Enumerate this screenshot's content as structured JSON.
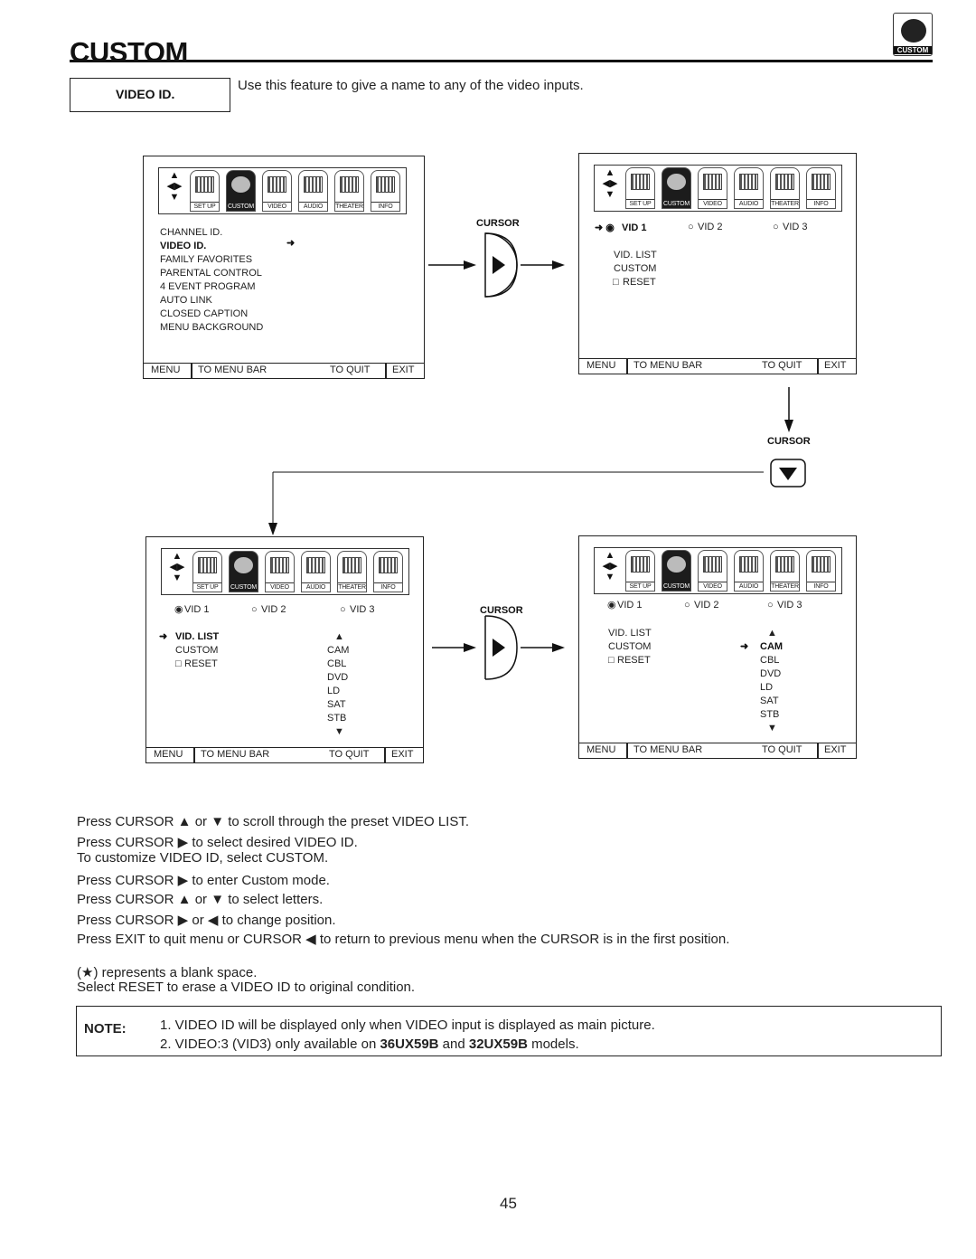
{
  "page": {
    "title": "CUSTOM",
    "corner_icon_label": "CUSTOM",
    "section_label": "VIDEO ID.",
    "intro": "Use this feature to give a name to any of the video inputs.",
    "page_number": "45"
  },
  "iconbar": {
    "labels": [
      "SET UP",
      "CUSTOM",
      "VIDEO",
      "AUDIO",
      "THEATER",
      "INFO"
    ],
    "selected": "CUSTOM"
  },
  "cursor_label": "CURSOR",
  "footer": {
    "menu": "MENU",
    "to_menu_bar": "TO MENU BAR",
    "to_quit": "TO QUIT",
    "exit": "EXIT"
  },
  "screen1": {
    "items": [
      "CHANNEL ID.",
      "VIDEO ID.",
      "FAMILY FAVORITES",
      "PARENTAL CONTROL",
      "4 EVENT PROGRAM",
      "AUTO LINK",
      "CLOSED CAPTION",
      "MENU BACKGROUND"
    ],
    "selected_index": 1
  },
  "screen2": {
    "vid1": "VID 1",
    "vid2": "VID 2",
    "vid3": "VID 3",
    "options": [
      "VID. LIST",
      "CUSTOM",
      "RESET"
    ]
  },
  "screen3": {
    "vid1": "VID 1",
    "vid2": "VID 2",
    "vid3": "VID 3",
    "options": [
      "VID. LIST",
      "CUSTOM",
      "RESET"
    ],
    "list": [
      "CAM",
      "CBL",
      "DVD",
      "LD",
      "SAT",
      "STB"
    ]
  },
  "screen4": {
    "vid1": "VID 1",
    "vid2": "VID 2",
    "vid3": "VID 3",
    "options": [
      "VID. LIST",
      "CUSTOM",
      "RESET"
    ],
    "list": [
      "CAM",
      "CBL",
      "DVD",
      "LD",
      "SAT",
      "STB"
    ],
    "selected": "CAM"
  },
  "instructions": {
    "l1": "Press CURSOR ▲ or ▼ to scroll through the preset VIDEO LIST.",
    "l2": "Press CURSOR ▶  to select desired VIDEO ID.",
    "l3": "To customize VIDEO ID, select CUSTOM.",
    "l4": "Press CURSOR ▶  to enter Custom mode.",
    "l5": "Press CURSOR ▲ or ▼ to select letters.",
    "l6": "Press CURSOR ▶ or ◀ to change position.",
    "l7": "Press EXIT to quit menu or CURSOR ◀ to return to previous menu when the CURSOR is in the first position.",
    "l8": "(★) represents a blank space.",
    "l9": "Select RESET to erase a VIDEO ID to original condition."
  },
  "note": {
    "heading": "NOTE:",
    "line1": "1. VIDEO ID will be displayed only when VIDEO input is displayed as main picture.",
    "line2_pre": "2. VIDEO:3 (VID3) only available on ",
    "model1": "36UX59B",
    "line2_mid": " and ",
    "model2": "32UX59B",
    "line2_post": " models."
  }
}
